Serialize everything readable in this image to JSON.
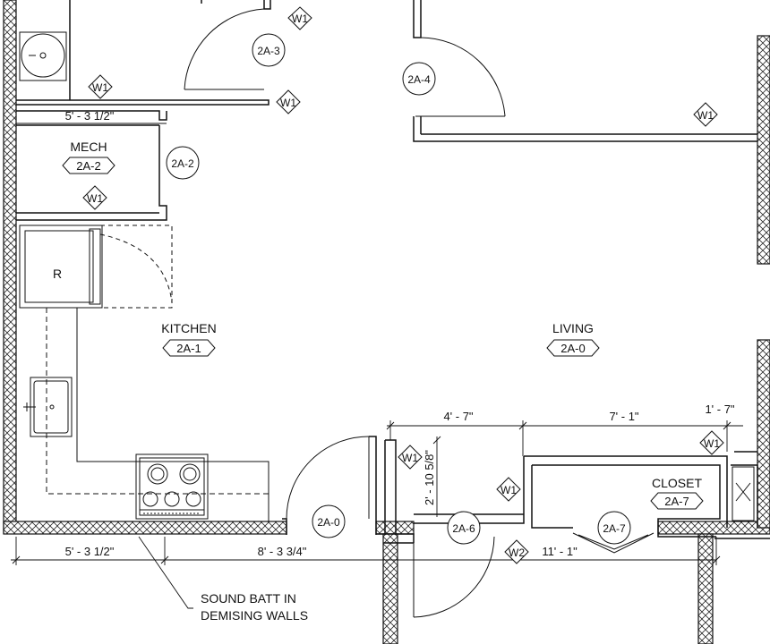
{
  "rooms": {
    "mech": {
      "name": "MECH",
      "code": "2A-2"
    },
    "kitchen": {
      "name": "KITCHEN",
      "code": "2A-1"
    },
    "living": {
      "name": "LIVING",
      "code": "2A-0"
    },
    "closet": {
      "name": "CLOSET",
      "code": "2A-7"
    }
  },
  "doors": {
    "d_2a3": "2A-3",
    "d_2a4": "2A-4",
    "d_2a2": "2A-2",
    "d_2a0": "2A-0",
    "d_2a6": "2A-6",
    "d_2a7": "2A-7"
  },
  "wall_tags": {
    "w1": "W1",
    "w2": "W2"
  },
  "appliances": {
    "refrigerator": "R"
  },
  "dimensions": {
    "mech_width": "5' - 3 1/2\"",
    "bottom_left": "5' - 3 1/2\"",
    "bottom_mid": "8' - 3 3/4\"",
    "dim_4_7": "4' - 7\"",
    "dim_7_1": "7' - 1\"",
    "dim_1_7": "1' - 7\"",
    "dim_vertical": "2' - 10 5/8\"",
    "dim_11_1": "11' - 1\""
  },
  "notes": {
    "sound_batt_line1": "SOUND BATT IN",
    "sound_batt_line2": "DEMISING WALLS"
  }
}
